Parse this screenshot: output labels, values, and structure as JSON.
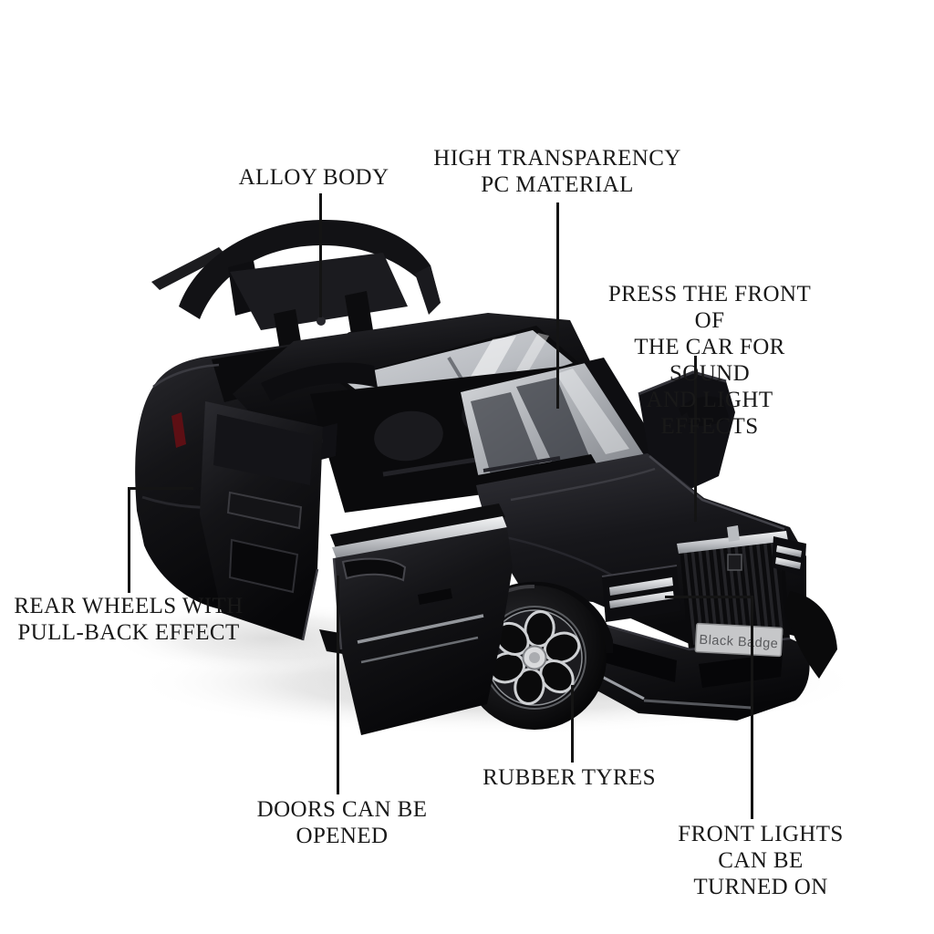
{
  "page": {
    "background": "#ffffff",
    "subject": "black diecast model SUV with opening doors, raised tailgate and feature callouts"
  },
  "car": {
    "license_plate": "Black Badge",
    "body_color": "#0d0d10",
    "chrome_color": "#c9cbce",
    "glass_color": "#c3c6cb",
    "tail_light_color": "#6b1117"
  },
  "annotations": {
    "alloy_body": "ALLOY BODY",
    "pc_material": "HIGH TRANSPARENCY\nPC MATERIAL",
    "sound_light": "PRESS THE FRONT OF\nTHE CAR FOR SOUND\nAND LIGHT EFFECTS",
    "rear_wheels": "REAR WHEELS WITH\nPULL-BACK EFFECT",
    "doors_open": "DOORS CAN BE\nOPENED",
    "rubber_tyres": "RUBBER TYRES",
    "front_lights": "FRONT LIGHTS CAN BE\nTURNED ON"
  },
  "callout": {
    "line_color": "#141414",
    "text_color": "#191919"
  }
}
